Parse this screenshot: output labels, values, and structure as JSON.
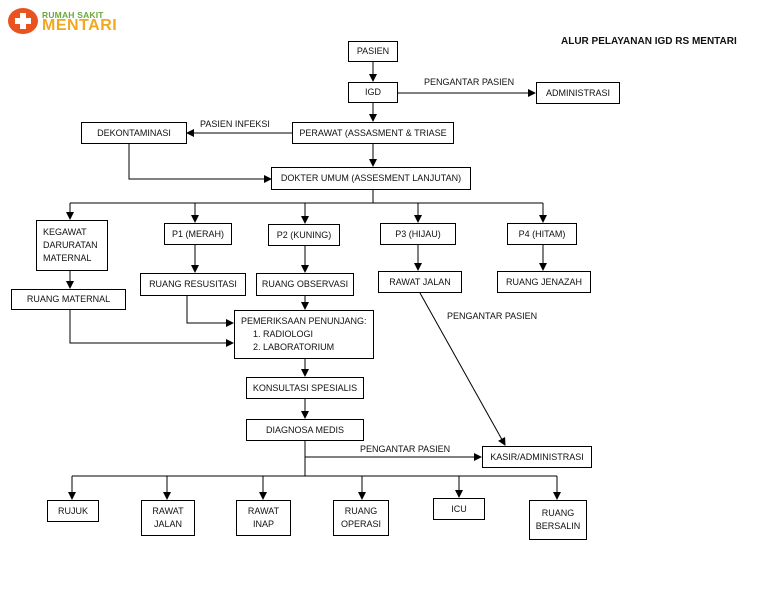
{
  "logo": {
    "line1": "RUMAH SAKIT",
    "line2": "MENTARI"
  },
  "title": "ALUR PELAYANAN IGD RS MENTARI",
  "nodes": {
    "pasien": "PASIEN",
    "igd": "IGD",
    "administrasi": "ADMINISTRASI",
    "dekontaminasi": "DEKONTAMINASI",
    "perawat": "PERAWAT (ASSASMENT & TRIASE",
    "dokter_umum": "DOKTER UMUM (ASSESMENT LANJUTAN)",
    "kegawat": "KEGAWAT\nDARURATAN\nMATERNAL",
    "p1": "P1 (MERAH)",
    "p2": "P2 (KUNING)",
    "p3": "P3 (HIJAU)",
    "p4": "P4 (HITAM)",
    "ruang_maternal": "RUANG MATERNAL",
    "ruang_resusitasi": "RUANG RESUSITASI",
    "ruang_observasi": "RUANG OBSERVASI",
    "rawat_jalan_p3": "RAWAT JALAN",
    "ruang_jenazah": "RUANG JENAZAH",
    "pemeriksaan_title": "PEMERIKSAAN PENUNJANG:",
    "pemeriksaan_items": [
      "RADIOLOGI",
      "LABORATORIUM"
    ],
    "konsultasi": "KONSULTASI SPESIALIS",
    "diagnosa": "DIAGNOSA MEDIS",
    "kasir": "KASIR/ADMINISTRASI",
    "rujuk": "RUJUK",
    "rawat_jalan": "RAWAT\nJALAN",
    "rawat_inap": "RAWAT\nINAP",
    "ruang_operasi": "RUANG\nOPERASI",
    "icu": "ICU",
    "ruang_bersalin": "RUANG\nBERSALIN"
  },
  "edge_labels": {
    "pengantar_1": "PENGANTAR PASIEN",
    "pasien_infeksi": "PASIEN INFEKSI",
    "pengantar_2": "PENGANTAR PASIEN",
    "pengantar_3": "PENGANTAR PASIEN"
  },
  "colors": {
    "logo_cross": "#e8531f",
    "logo_top": "#6aa83a",
    "logo_main": "#f2a81d",
    "line": "#000000"
  }
}
